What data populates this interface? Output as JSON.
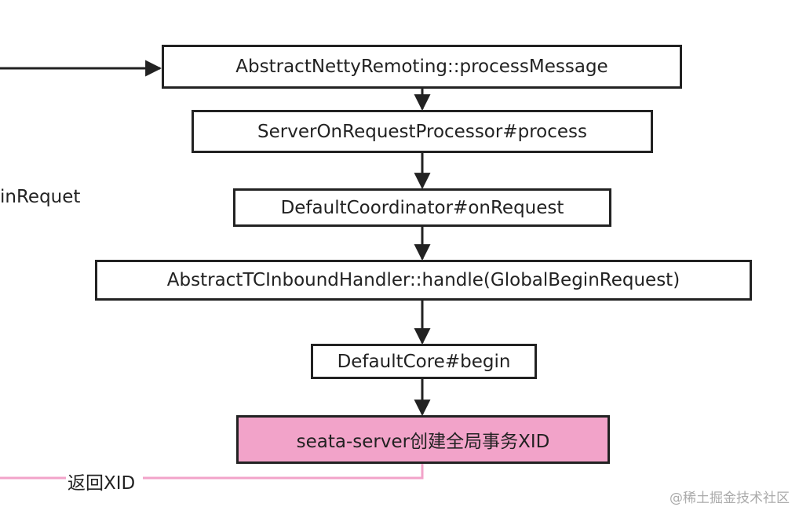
{
  "nodes": [
    {
      "id": "n1",
      "label": "AbstractNettyRemoting::processMessage"
    },
    {
      "id": "n2",
      "label": "ServerOnRequestProcessor#process"
    },
    {
      "id": "n3",
      "label": "DefaultCoordinator#onRequest"
    },
    {
      "id": "n4",
      "label": "AbstractTCInboundHandler::handle(GlobalBeginRequest)"
    },
    {
      "id": "n5",
      "label": "DefaultCore#begin"
    },
    {
      "id": "n6",
      "label": "seata-server创建全局事务XID"
    }
  ],
  "side_label": "inRequet",
  "return_label": "返回XID",
  "watermark": "@稀土掘金技术社区",
  "colors": {
    "stroke": "#222222",
    "highlight_fill": "#f2a3c9",
    "return_line": "#f2a3c9"
  }
}
